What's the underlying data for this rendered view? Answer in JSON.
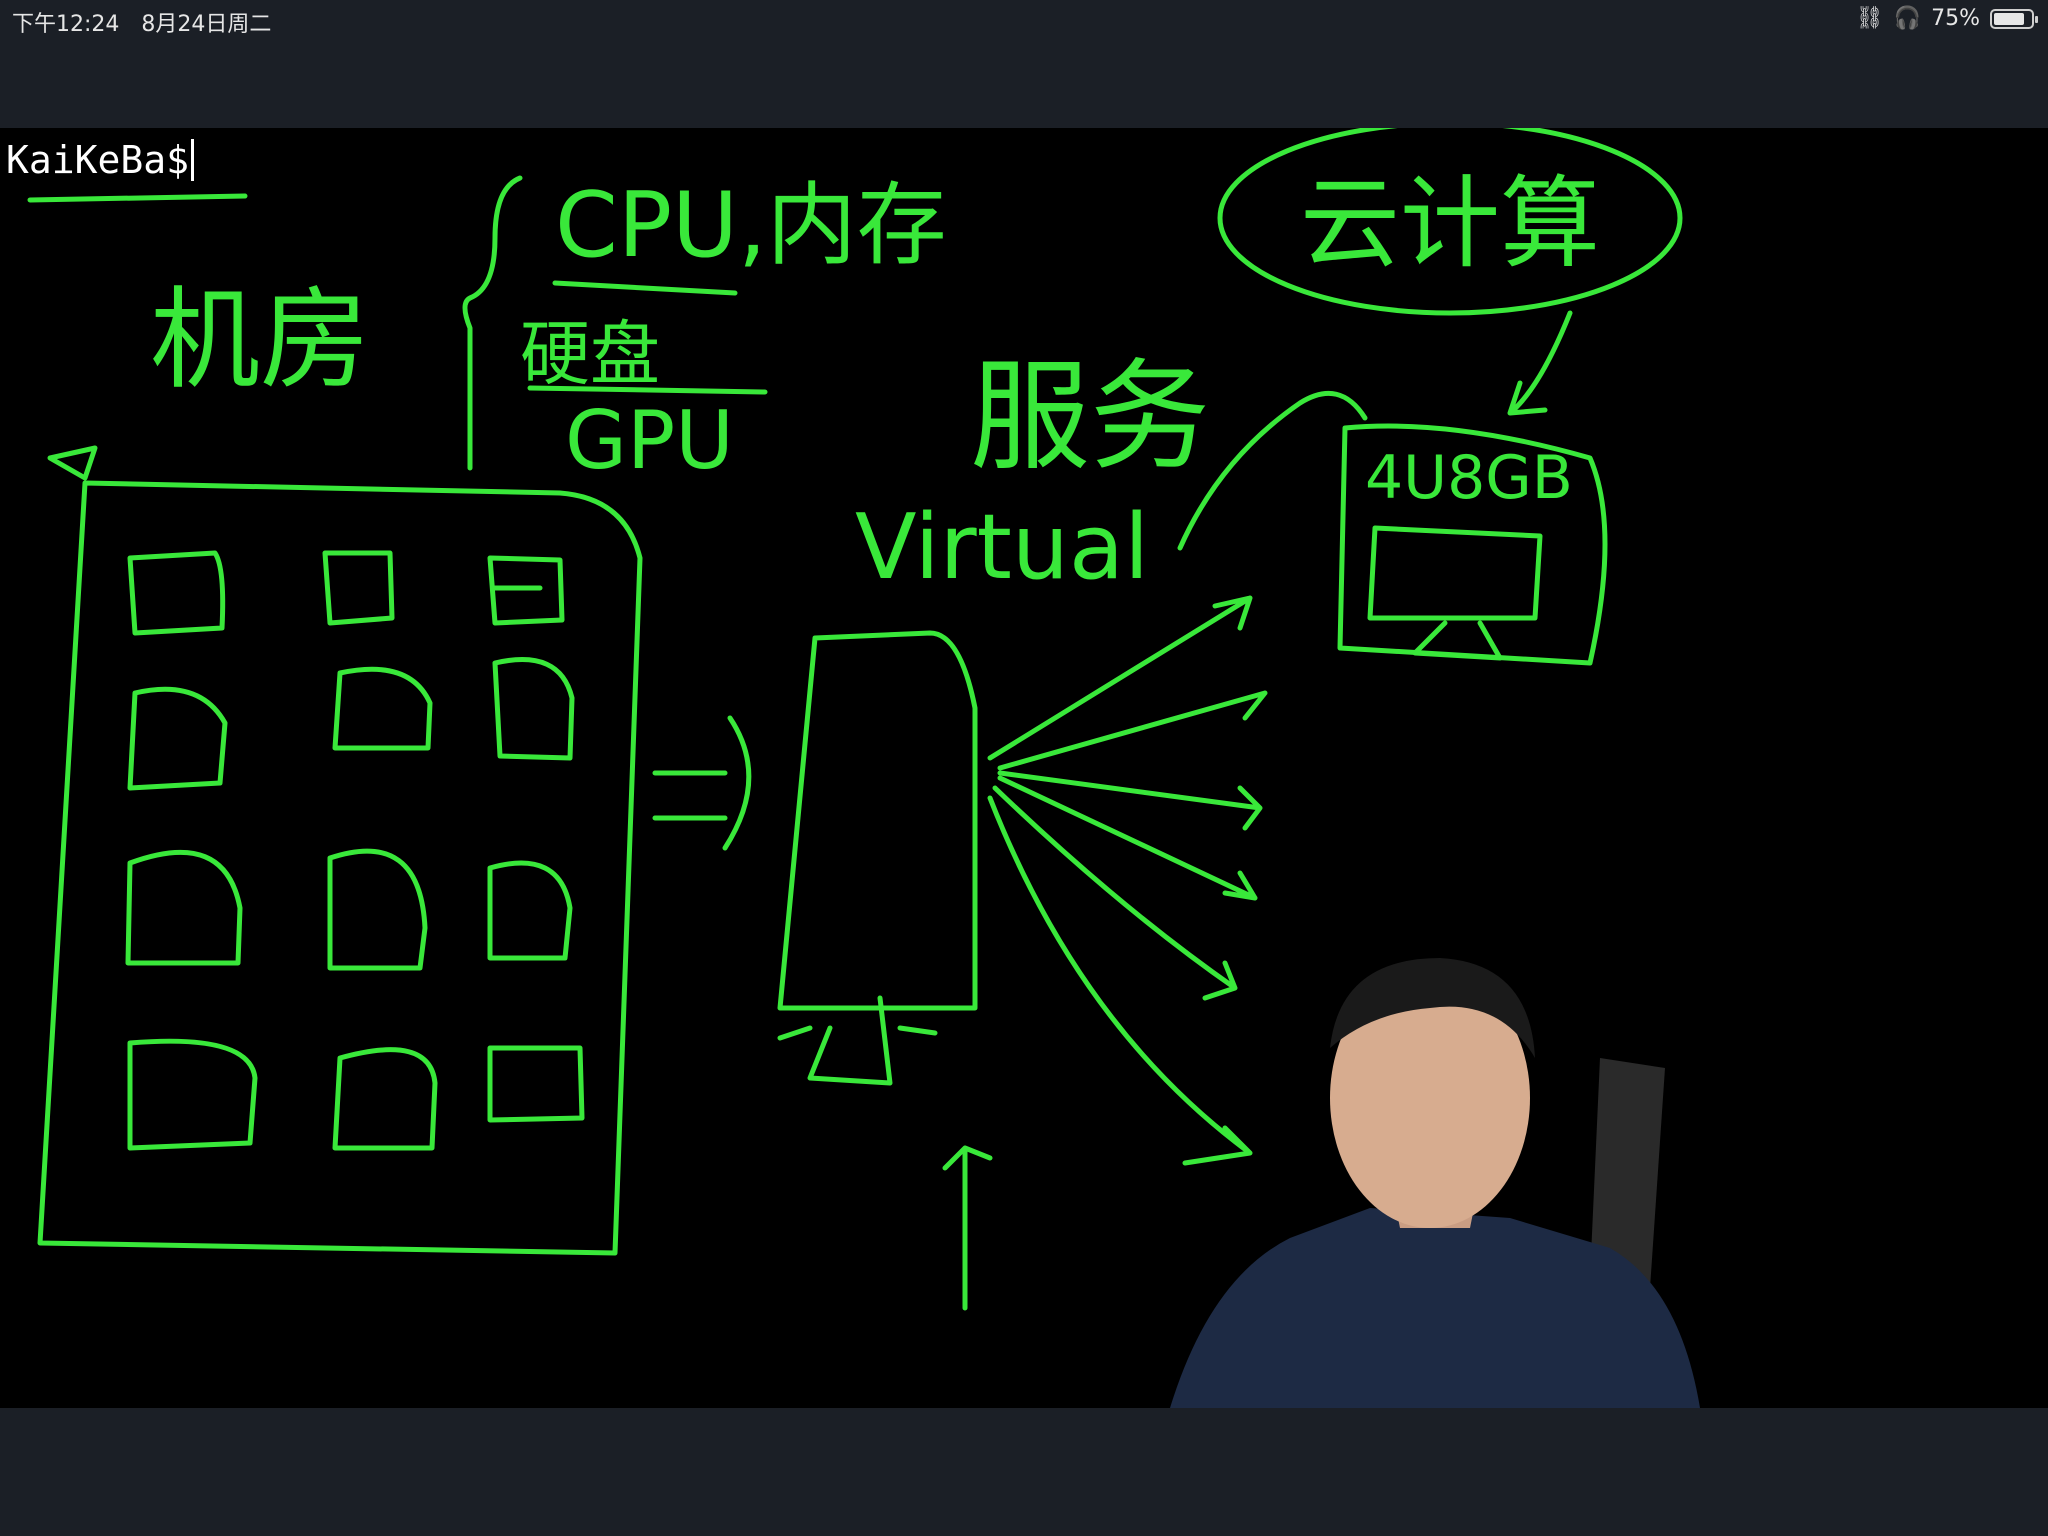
{
  "status_bar": {
    "time": "下午12:24",
    "date": "8月24日周二",
    "battery": "75%",
    "battery_level": 0.75
  },
  "terminal": {
    "prompt": "KaiKeBa$"
  },
  "whiteboard": {
    "label_jifang": "机房",
    "label_cpu": "CPU,内存",
    "label_disk": "硬盘",
    "label_gpu": "GPU",
    "label_service": "服务",
    "label_virtual": "Virtual",
    "label_cloud": "云计算",
    "label_spec": "4U8GB"
  },
  "colors": {
    "ink": "#39e83a",
    "video_bg": "#000000",
    "frame_bg": "#1b1f26"
  }
}
